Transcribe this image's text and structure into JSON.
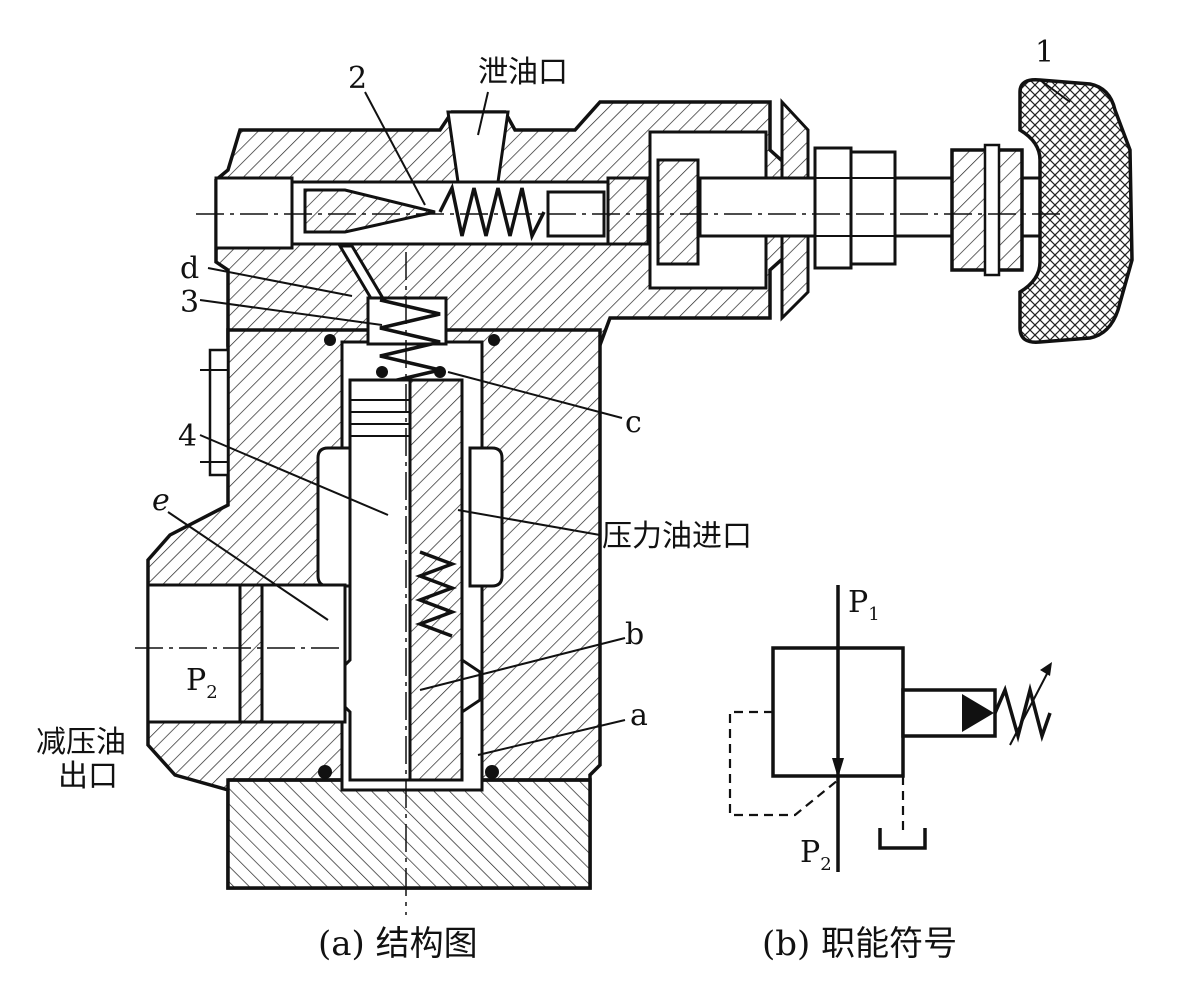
{
  "labels": {
    "part1": "1",
    "part2": "2",
    "drain_port": "泄油口",
    "d": "d",
    "part3": "3",
    "c": "c",
    "part4": "4",
    "e": "e",
    "pressure_inlet": "压力油进口",
    "b": "b",
    "a": "a",
    "outlet_line1": "减压油",
    "outlet_line2": "出口",
    "p2_main": "P",
    "p2_main_sub": "2"
  },
  "symbol": {
    "p1": "P",
    "p1_sub": "1",
    "p2": "P",
    "p2_sub": "2"
  },
  "captions": {
    "a": "(a) 结构图",
    "b": "(b) 职能符号"
  }
}
